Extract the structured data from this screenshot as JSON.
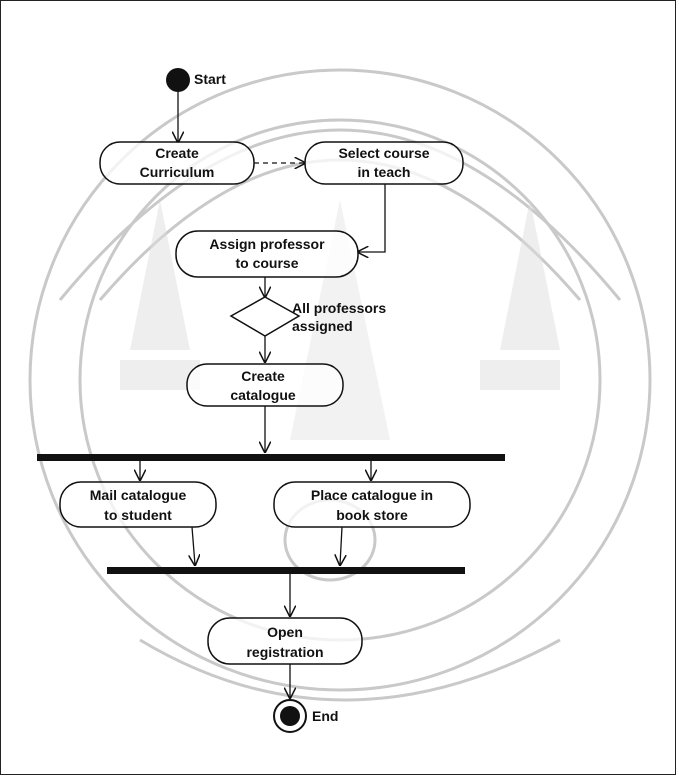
{
  "diagram": {
    "start_label": "Start",
    "end_label": "End",
    "activities": {
      "create_curriculum": [
        "Create",
        "Curriculum"
      ],
      "select_course": [
        "Select course",
        "in teach"
      ],
      "assign_professor": [
        "Assign professor",
        "to course"
      ],
      "create_catalogue": [
        "Create",
        "catalogue"
      ],
      "mail_catalogue": [
        "Mail catalogue",
        "to student"
      ],
      "place_catalogue": [
        "Place catalogue in",
        "book store"
      ],
      "open_registration": [
        "Open",
        "registration"
      ]
    },
    "decision_label": [
      "All professors",
      "assigned"
    ]
  }
}
